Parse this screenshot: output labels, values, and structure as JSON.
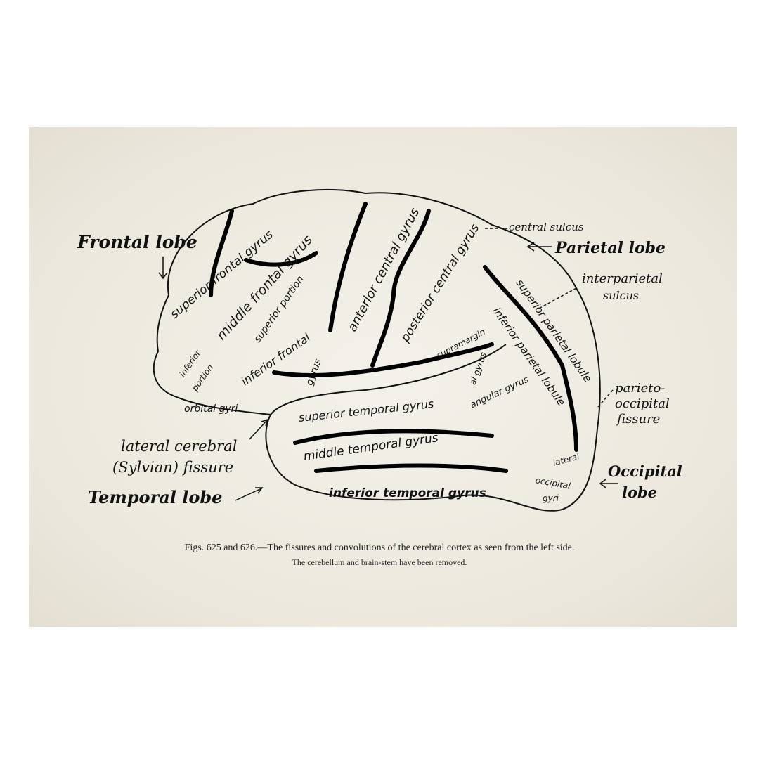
{
  "lobes": {
    "frontal": "Frontal lobe",
    "parietal": "Parietal lobe",
    "temporal": "Temporal lobe",
    "occipital_1": "Occipital",
    "occipital_2": "lobe"
  },
  "side_labels": {
    "central_sulcus": "central sulcus",
    "interparietal_1": "interparietal",
    "interparietal_2": "sulcus",
    "parieto_1": "parieto-",
    "parieto_2": "occipital",
    "parieto_3": "fissure",
    "sylvian_1": "lateral cerebral",
    "sylvian_2": "(Sylvian) fissure"
  },
  "gyri": {
    "superior_frontal": "superior frontal gyrus",
    "middle_frontal": "middle frontal gyrus",
    "superior_portion": "superior portion",
    "inferior_frontal_1": "inferior frontal",
    "inferior_frontal_2": "gyrus",
    "anterior_central": "anterior central gyrus",
    "posterior_central": "posterior central gyrus",
    "superior_parietal": "superior parietal lobule",
    "inferior_parietal": "inferior parietal lobule",
    "supramarginal_1": "supramargin",
    "supramarginal_2": "al gyrus",
    "angular": "angular gyrus",
    "inferior_portion_1": "inferior",
    "inferior_portion_2": "portion",
    "orbital": "orbital gyri",
    "superior_temporal": "superior temporal gyrus",
    "middle_temporal": "middle temporal gyrus",
    "inferior_temporal": "inferior temporal gyrus",
    "lateral_occipital_1": "lateral",
    "lateral_occipital_2": "occipital",
    "lateral_occipital_3": "gyri"
  },
  "caption": {
    "line1": "Figs. 625 and 626.—The fissures and convolutions of the cerebral cortex as seen from the left side.",
    "line2": "The cerebellum and brain-stem have been removed."
  }
}
